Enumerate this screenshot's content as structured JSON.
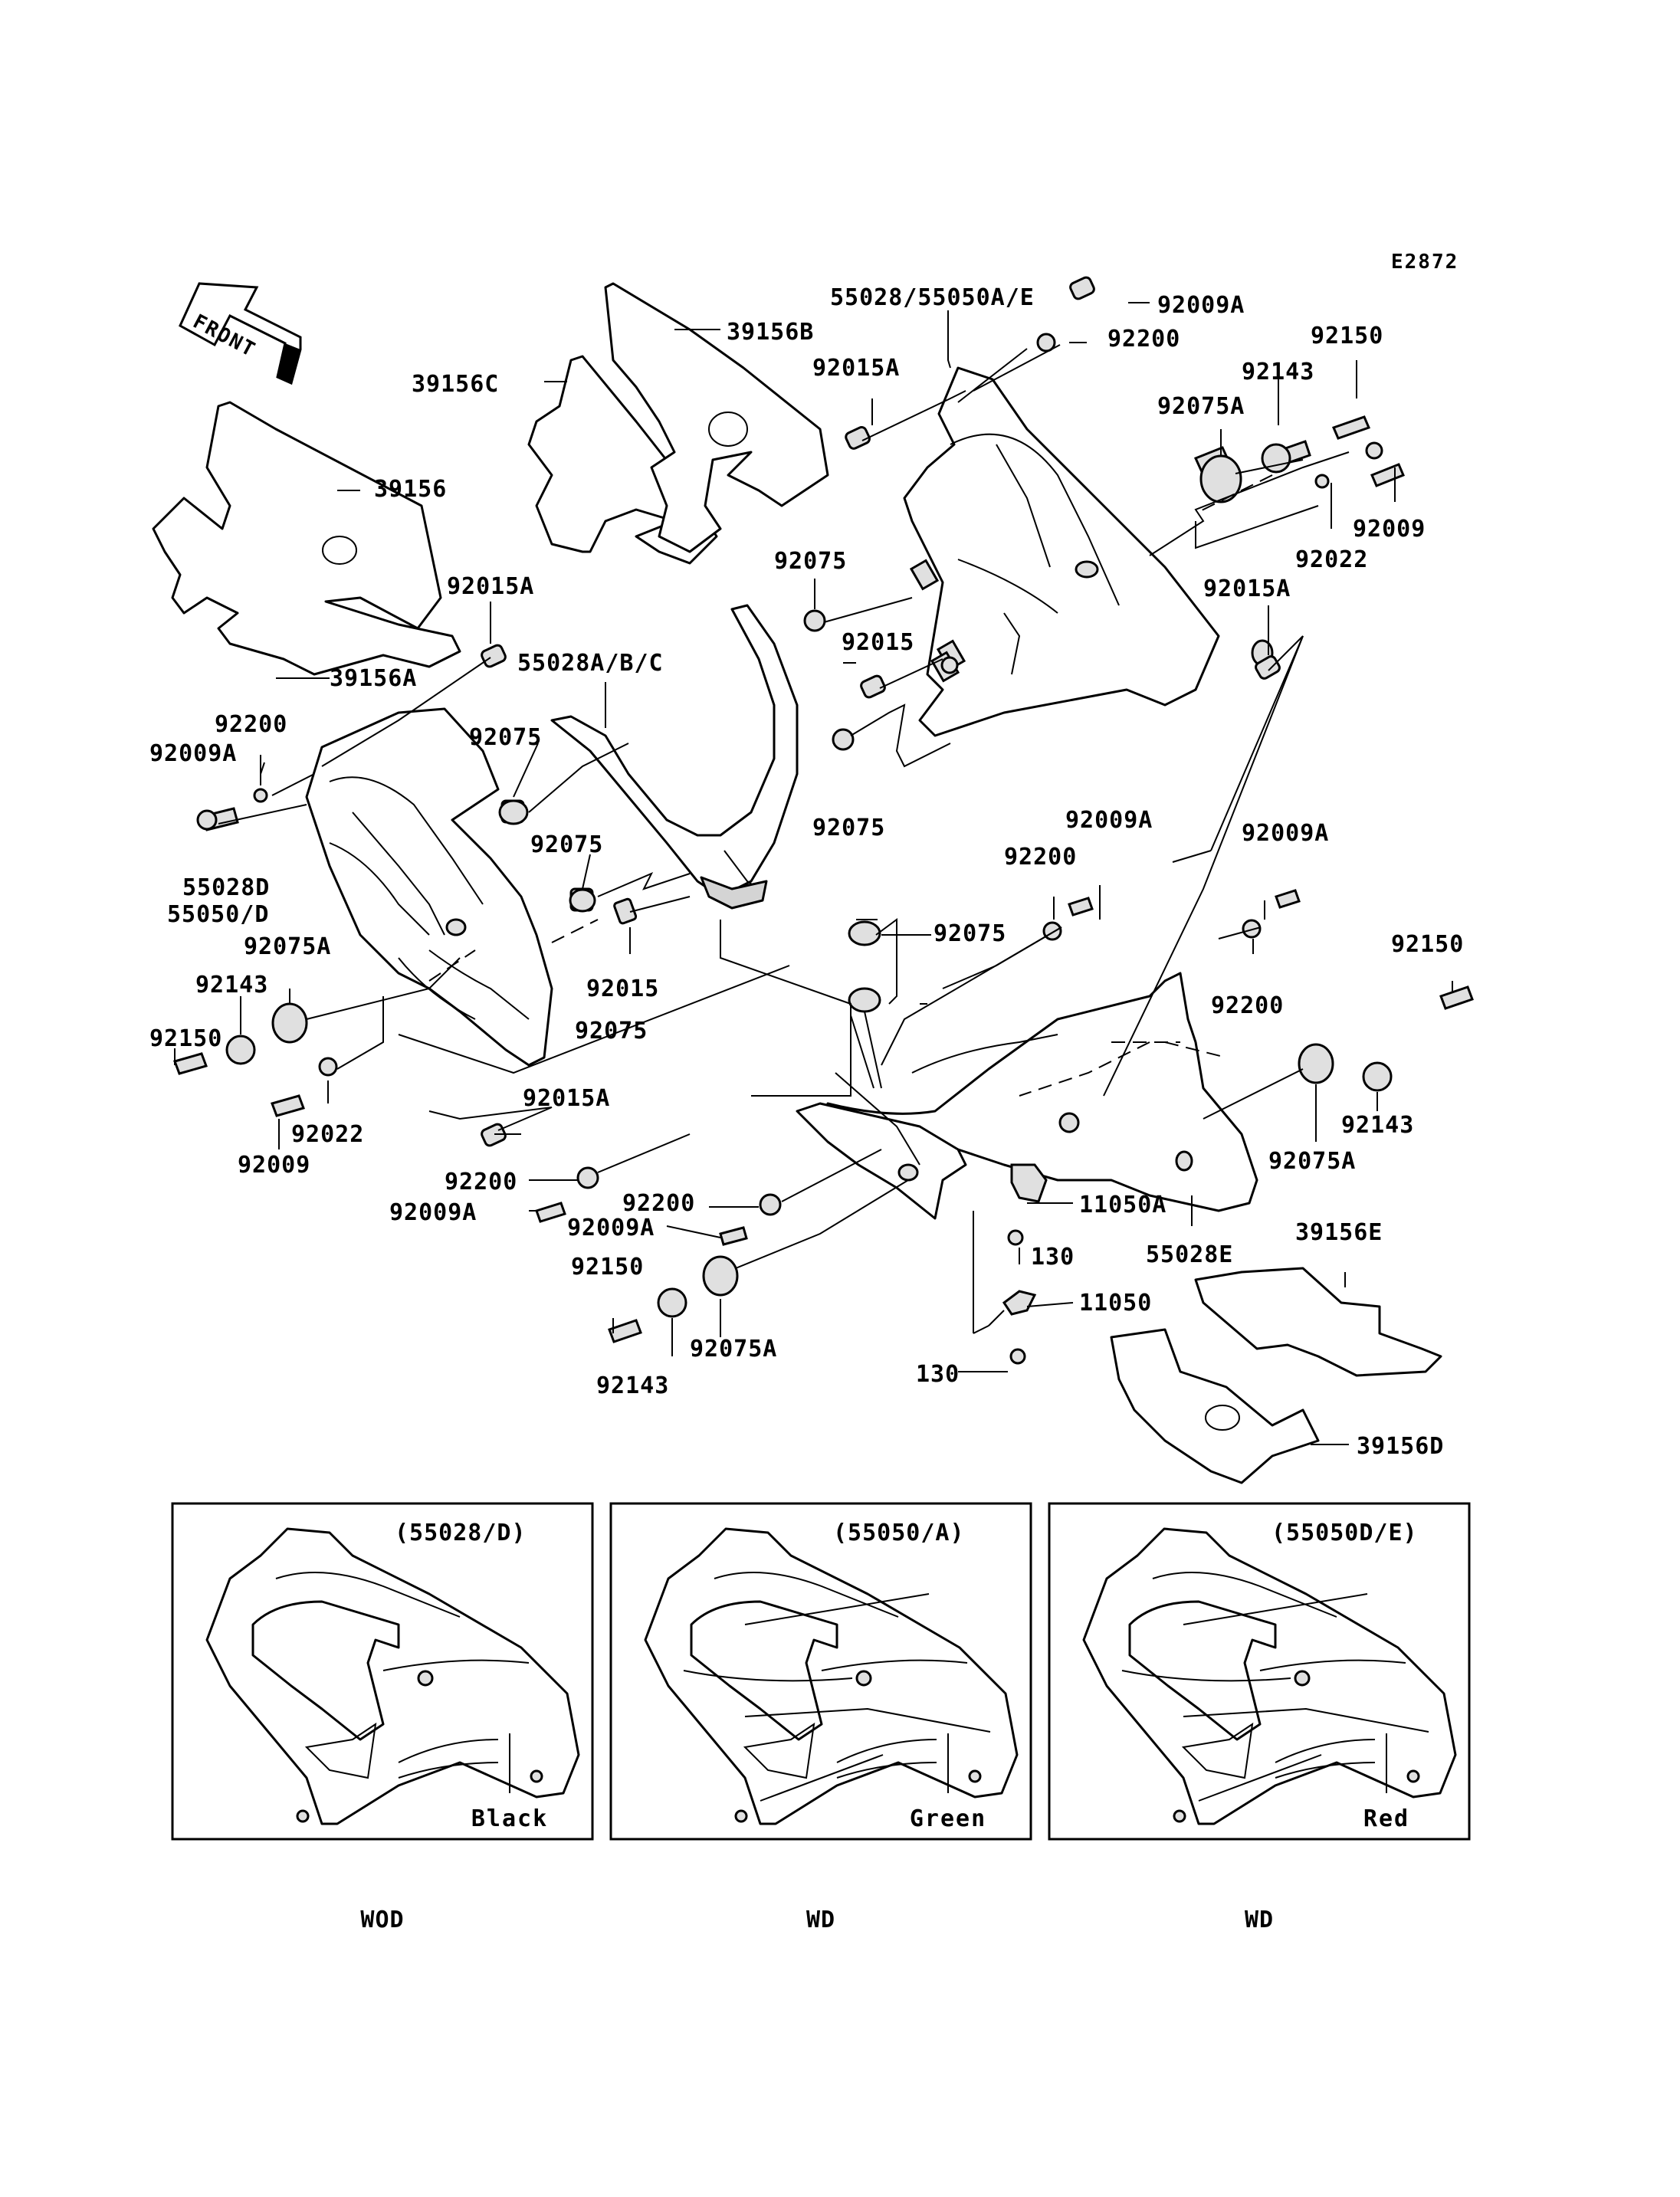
{
  "ref_code": "E2872",
  "front_label": "FRONT",
  "callouts": {
    "p55028_55050ae": "55028/55050A/E",
    "p92009a_top": "92009A",
    "p92200_top": "92200",
    "p39156b": "39156B",
    "p39156c": "39156C",
    "p92015a_upper": "92015A",
    "p92150_upper": "92150",
    "p92143_upper": "92143",
    "p92075a_upper": "92075A",
    "p92009_upper": "92009",
    "p92022_upper": "92022",
    "p39156": "39156",
    "p92075_a": "92075",
    "p92015a_right": "92015A",
    "p92015_mid": "92015",
    "p92015a_left": "92015A",
    "p55028abc": "55028A/B/C",
    "p39156a": "39156A",
    "p92200_left": "92200",
    "p92009a_left": "92009A",
    "p92075_b": "92075",
    "p92075_c": "92075",
    "p92075_d": "92075",
    "p55028d": "55028D",
    "p55050d": "55050/D",
    "p92075a_left": "92075A",
    "p92143_left": "92143",
    "p92150_left": "92150",
    "p92015_low": "92015",
    "p92075_e": "92075",
    "p92075_f": "92075",
    "p92009a_mid": "92009A",
    "p92200_mid": "92200",
    "p92009a_right": "92009A",
    "p92200_right": "92200",
    "p92150_right": "92150",
    "p92015a_bottom": "92015A",
    "p92022_left": "92022",
    "p92009_left": "92009",
    "p92143_right": "92143",
    "p92075a_right": "92075A",
    "p92200_low1": "92200",
    "p92009a_low1": "92009A",
    "p92200_low2": "92200",
    "p92009a_low2": "92009A",
    "p11050a": "11050A",
    "p55028e": "55028E",
    "p130_a": "130",
    "p39156e": "39156E",
    "p92150_low": "92150",
    "p92075a_low": "92075A",
    "p92143_low": "92143",
    "p11050": "11050",
    "p130_b": "130",
    "p39156d": "39156D"
  },
  "variants": [
    {
      "code": "(55028/D)",
      "color": "Black",
      "model": "WOD"
    },
    {
      "code": "(55050/A)",
      "color": "Green",
      "model": "WD"
    },
    {
      "code": "(55050D/E)",
      "color": "Red",
      "model": "WD"
    }
  ]
}
